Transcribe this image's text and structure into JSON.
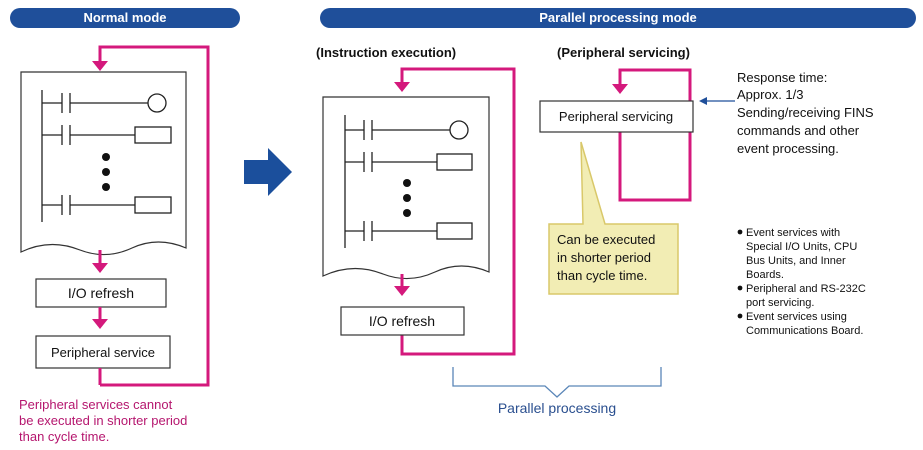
{
  "headers": {
    "normal_mode": "Normal mode",
    "parallel_mode": "Parallel processing mode"
  },
  "normal": {
    "io_refresh": "I/O refresh",
    "peripheral_service": "Peripheral service",
    "note_lines": [
      "Peripheral services cannot",
      "be executed in shorter period",
      "than cycle time."
    ]
  },
  "parallel": {
    "instruction_heading": "(Instruction execution)",
    "peripheral_heading": "(Peripheral servicing)",
    "peripheral_servicing_box": "Peripheral servicing",
    "io_refresh": "I/O refresh",
    "callout_lines": [
      "Can be executed",
      "in shorter period",
      "than cycle time."
    ],
    "response_lines": [
      "Response time:",
      "Approx. 1/3",
      "Sending/receiving FINS",
      "commands and other",
      "event processing."
    ],
    "bullets": [
      [
        "Event services with",
        "Special I/O Units, CPU",
        "Bus Units, and Inner",
        "Boards."
      ],
      [
        "Peripheral and RS-232C",
        "port servicing."
      ],
      [
        "Event services using",
        "Communications Board."
      ]
    ],
    "parallel_label": "Parallel processing"
  },
  "colors": {
    "header_blue": "#1f4f9a",
    "arrow_blue": "#1b4f9c",
    "loop_magenta": "#d4197c",
    "text_magenta": "#b5166e",
    "label_blue": "#2a4f8f",
    "bracket_blue": "#5a86b8",
    "callout_fill": "#f2edb4",
    "callout_stroke": "#d9c86a"
  }
}
